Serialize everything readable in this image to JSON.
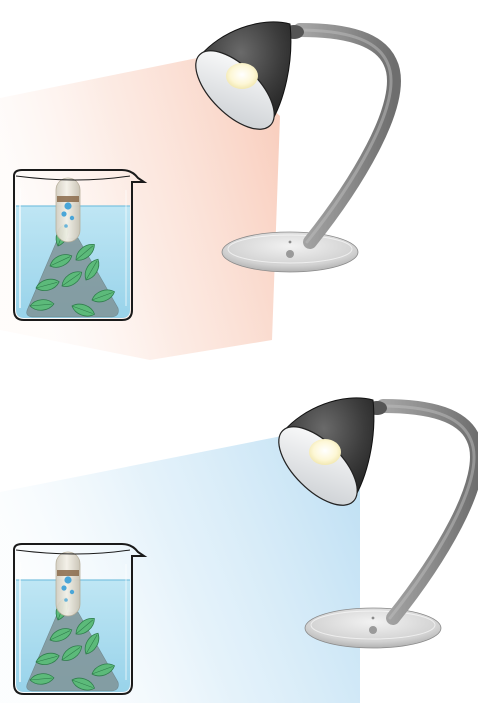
{
  "colors": {
    "background": "#ffffff",
    "light_warm": "#f8c9b6",
    "light_cool": "#a9d6ef",
    "water": "#a9dcef",
    "beaker_outline": "#1a1a1a",
    "lamp_shade": "#3a3a3a",
    "lamp_inner": "#eef0f2",
    "bulb": "#fbf6d9",
    "lamp_arm": "#8a8a8a",
    "lamp_base": "#d9d9d9",
    "leaf": "#5cba7a",
    "plant_mass": "#7a8f92",
    "test_tube": "#ebe7dc",
    "bubble": "#4aa6d8",
    "gas_plug": "#8a6a4a"
  },
  "panels": [
    {
      "id": "top",
      "light_color": "light_warm",
      "icons": [
        "desk-lamp-icon",
        "beaker-icon",
        "pondweed-icon",
        "test-tube-icon"
      ]
    },
    {
      "id": "bottom",
      "light_color": "light_cool",
      "icons": [
        "desk-lamp-icon",
        "beaker-icon",
        "pondweed-icon",
        "test-tube-icon"
      ]
    }
  ]
}
